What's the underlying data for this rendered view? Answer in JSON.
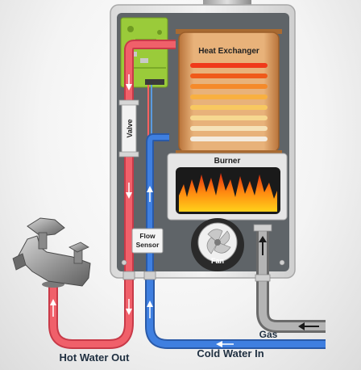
{
  "labels": {
    "heat_exchanger": "Heat Exchanger",
    "burner": "Burner",
    "valve": "Valve",
    "flow": "Flow",
    "sensor": "Sensor",
    "fan": "Fan",
    "gas": "Gas",
    "hot_water_out": "Hot Water Out",
    "cold_water_in": "Cold Water In"
  },
  "colors": {
    "hot_pipe": "#f0606a",
    "cold_pipe": "#2f6fd0",
    "gas_pipe": "#9a9a9a",
    "label_text": "#1f2f40"
  }
}
